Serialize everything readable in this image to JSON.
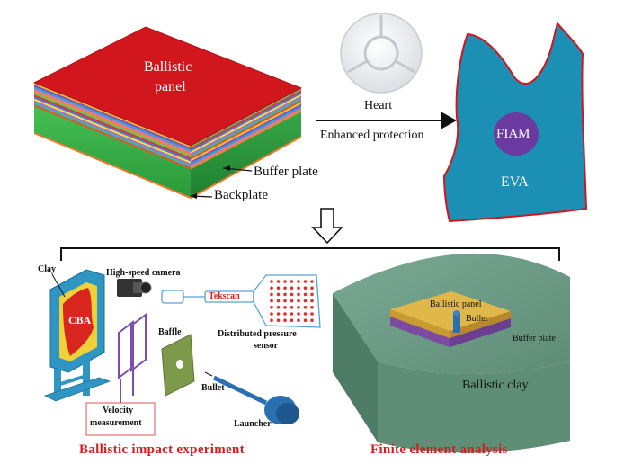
{
  "top": {
    "panel_label_line1": "Ballistic",
    "panel_label_line2": "panel",
    "buffer_plate": "Buffer plate",
    "backplate": "Backplate",
    "heart": "Heart",
    "enhanced_protection": "Enhanced protection",
    "fiam": "FIAM",
    "eva": "EVA"
  },
  "experiment": {
    "clay": "Clay",
    "high_speed_camera": "High-speed camera",
    "cba": "CBA",
    "tekscan": "Tekscan",
    "distributed_pressure_sensor_line1": "Distributed pressure",
    "distributed_pressure_sensor_line2": "sensor",
    "baffle": "Baffle",
    "bullet": "Bullet",
    "velocity_line1": "Velocity",
    "velocity_line2": "measurement",
    "launcher": "Launcher",
    "caption": "Ballistic impact experiment"
  },
  "fea": {
    "ballistic_panel": "Ballistic panel",
    "bullet": "Bullet",
    "buffer_plate": "Buffer plate",
    "ballistic_clay": "Ballistic clay",
    "caption": "Finite element analysis"
  },
  "colors": {
    "panel_top": "#d2161e",
    "panel_side_green": "#3cb44a",
    "vest": "#1b8fb4",
    "fiam": "#6b3aa0",
    "caption_red": "#d41e1e",
    "clay_block": "#6e9e86",
    "fea_panel": "#e0b84a",
    "fea_buffer": "#8a5ab0"
  }
}
